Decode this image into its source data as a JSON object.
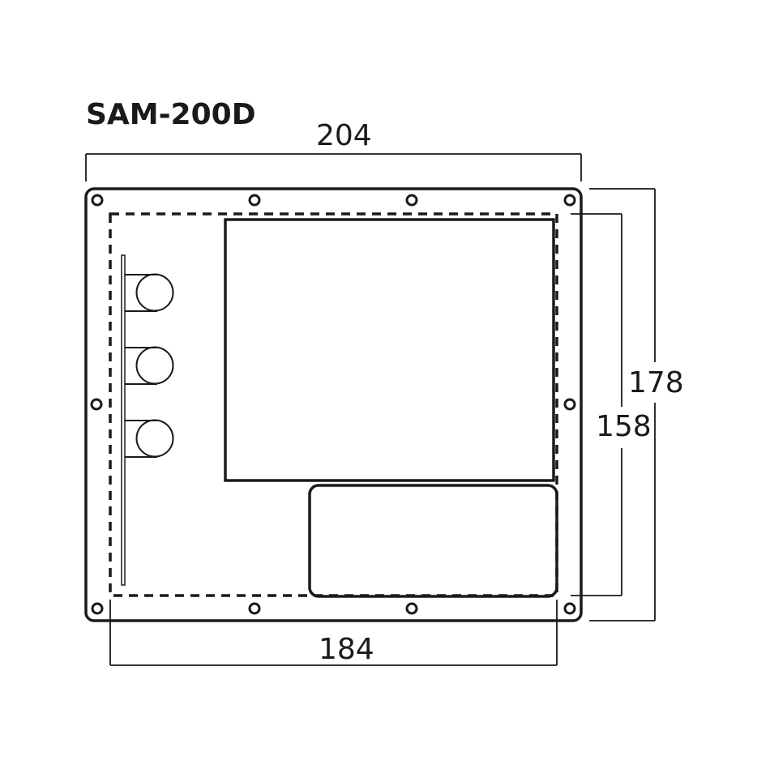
{
  "drawing": {
    "title": "SAM-200D",
    "dimensions": {
      "outer_width": "204",
      "inner_width": "184",
      "outer_height": "178",
      "inner_height": "158"
    },
    "colors": {
      "line": "#1a1a1a",
      "background": "#ffffff"
    },
    "components": {
      "mounting_holes_count": 10,
      "knobs_count": 3,
      "large_cutout": "rectangle",
      "small_cutout": "rounded-rectangle",
      "cutout_boundary": "dashed"
    }
  }
}
